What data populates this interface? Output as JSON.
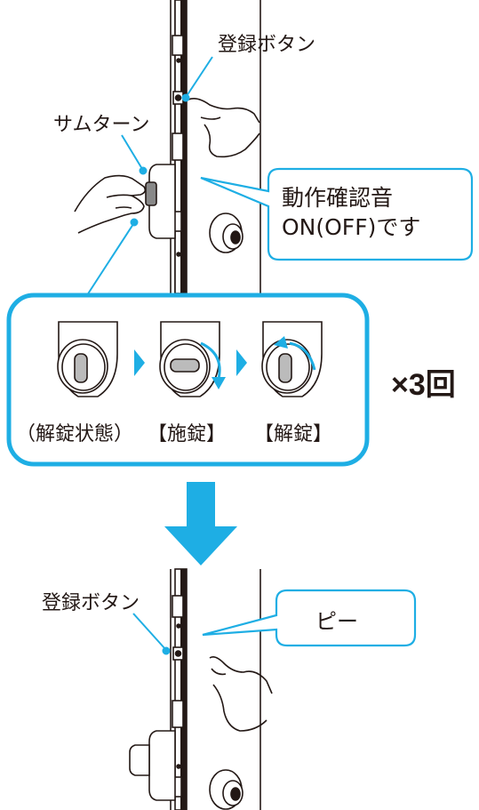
{
  "labels": {
    "register_button_top": "登録ボタン",
    "thumb_turn": "サムターン",
    "bubble_line1": "動作確認音",
    "bubble_line2": "ON(OFF)です",
    "repeat": "×3回",
    "step1": "（解錠状態）",
    "step2": "【施錠】",
    "step3": "【解錠】",
    "register_button_bottom": "登録ボタン",
    "beep": "ピー"
  },
  "colors": {
    "accent": "#1eaee4",
    "ink": "#231815",
    "gray": "#8c8c8c"
  },
  "icons": [
    "thumb-turn-unlocked-icon",
    "thumb-turn-locked-icon",
    "thumb-turn-unlock-icon",
    "down-arrow-icon",
    "chevron-right-icon"
  ]
}
